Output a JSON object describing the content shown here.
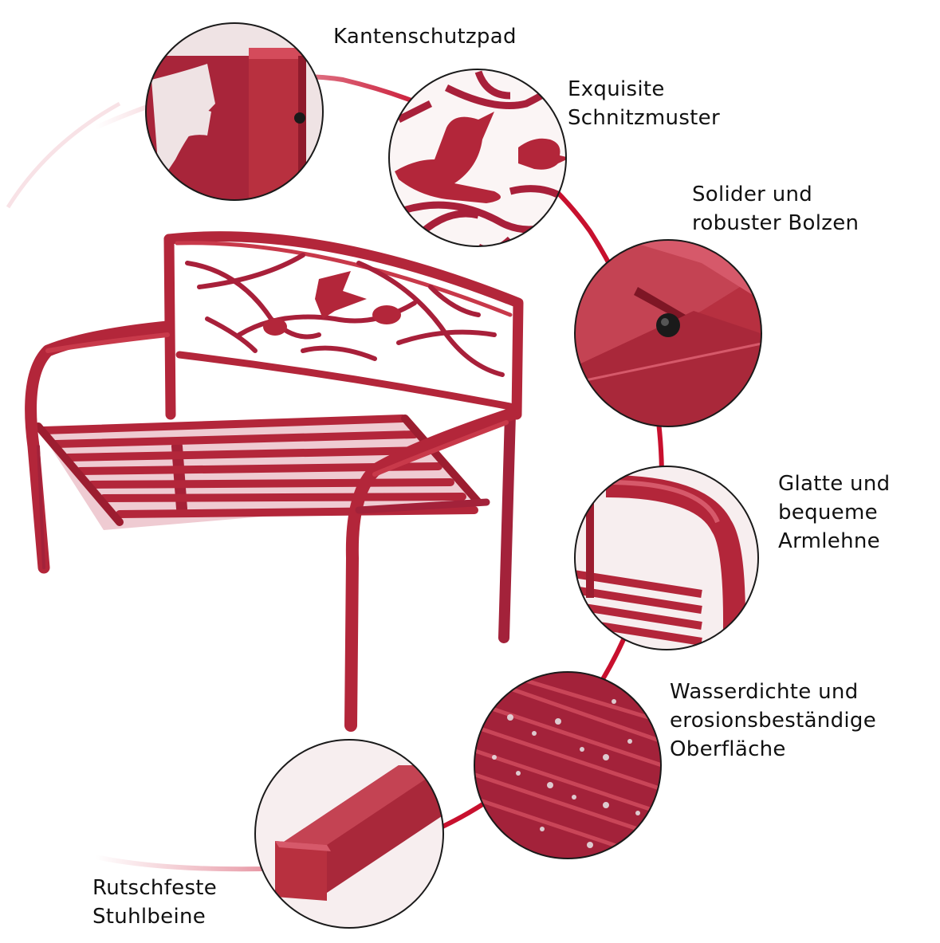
{
  "colors": {
    "bench_red": "#b3263a",
    "bench_dark": "#8f1b2c",
    "bench_light": "#d9485a",
    "arc_red": "#c8102e",
    "text": "#111111"
  },
  "features": [
    {
      "id": "edge-pad",
      "lines": [
        "Kantenschutzpad"
      ]
    },
    {
      "id": "carving",
      "lines": [
        "Exquisite",
        "Schnitzmuster"
      ]
    },
    {
      "id": "bolt",
      "lines": [
        "Solider und",
        "robuster Bolzen"
      ]
    },
    {
      "id": "armrest",
      "lines": [
        "Glatte und",
        "bequeme",
        "Armlehne"
      ]
    },
    {
      "id": "surface",
      "lines": [
        "Wasserdichte und",
        "erosionsbeständige",
        "Oberfläche"
      ]
    },
    {
      "id": "legs",
      "lines": [
        "Rutschfeste",
        "Stuhlbeine"
      ]
    }
  ]
}
